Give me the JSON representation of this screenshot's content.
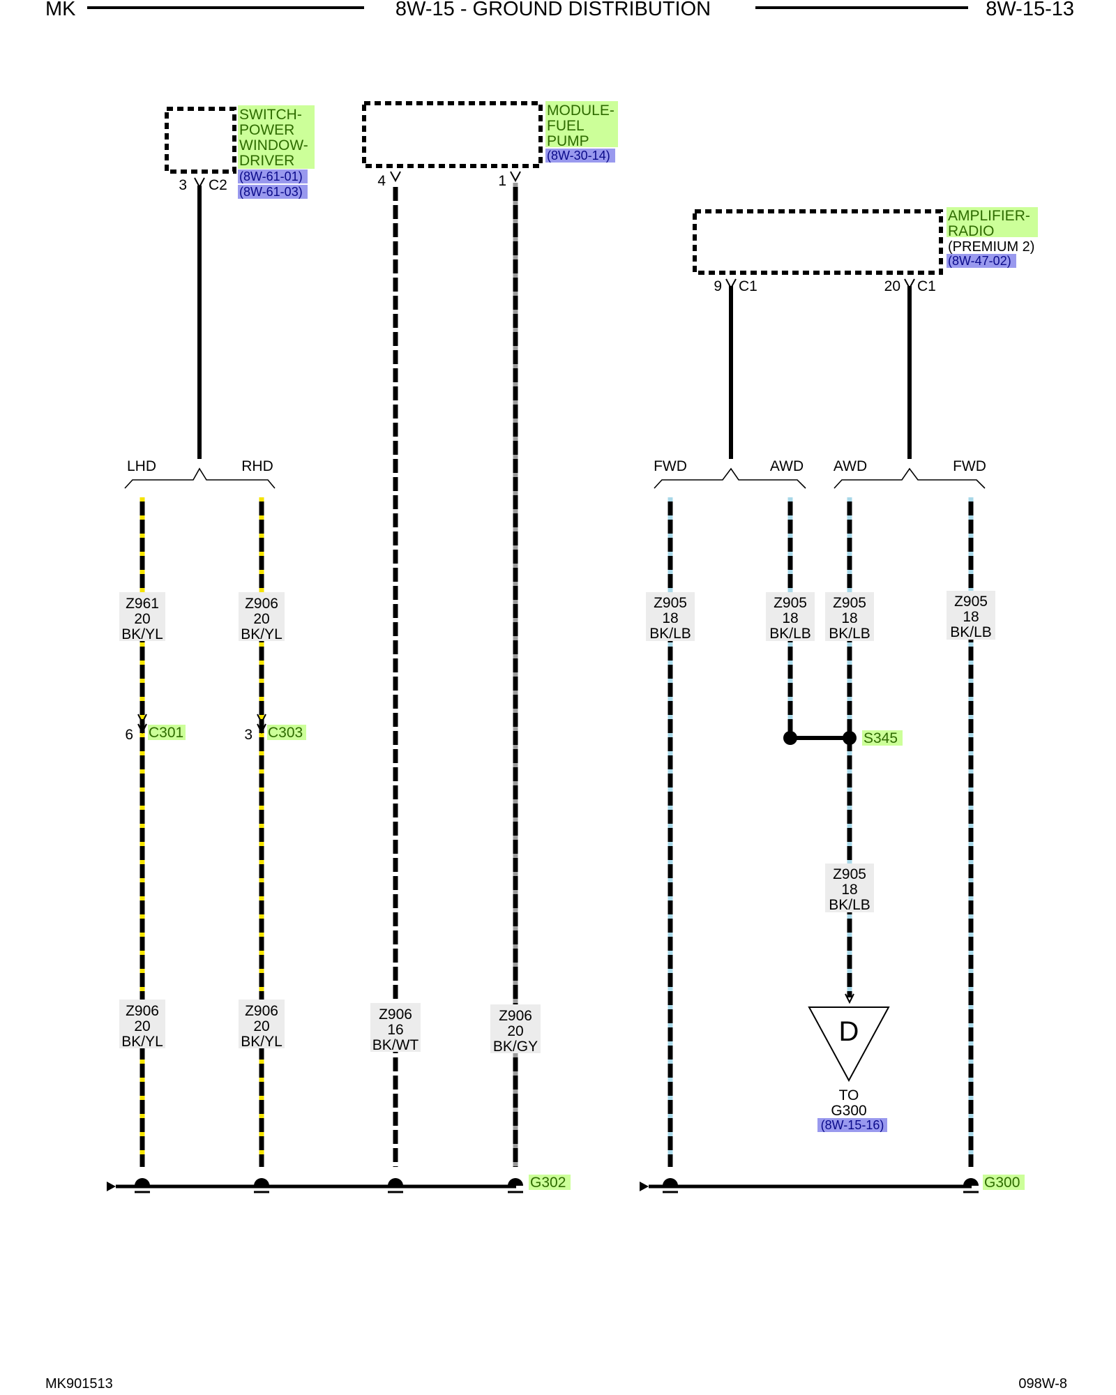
{
  "header": {
    "left": "MK",
    "center": "8W-15 - GROUND DISTRIBUTION",
    "right": "8W-15-13"
  },
  "footer": {
    "left": "MK901513",
    "right": "098W-8"
  },
  "colors": {
    "component_highlight": "#ccff99",
    "component_text": "#2e6b00",
    "reference_highlight": "#9999ee",
    "reference_text": "#0a0a8a",
    "wire_label_bg": "#ececec",
    "stripe_yellow": "#f5e400",
    "stripe_gray": "#9a9a9a",
    "stripe_lightblue": "#a9d8e8"
  },
  "components": {
    "switch": {
      "lines": [
        "SWITCH-",
        "POWER",
        "WINDOW-",
        "DRIVER"
      ],
      "refs": [
        "(8W-61-01)",
        "(8W-61-03)"
      ],
      "pin": "3",
      "connector": "C2"
    },
    "fuel_pump": {
      "lines": [
        "MODULE-",
        "FUEL",
        "PUMP"
      ],
      "refs": [
        "(8W-30-14)"
      ],
      "pin_a": "4",
      "pin_b": "1"
    },
    "amplifier": {
      "lines": [
        "AMPLIFIER-",
        "RADIO"
      ],
      "note": "(PREMIUM 2)",
      "refs": [
        "(8W-47-02)"
      ],
      "pin_a": "9",
      "connector_a": "C1",
      "pin_b": "20",
      "connector_b": "C1"
    }
  },
  "branches": {
    "lhd": "LHD",
    "rhd": "RHD",
    "fwd_1": "FWD",
    "awd_1": "AWD",
    "awd_2": "AWD",
    "fwd_2": "FWD"
  },
  "wires": {
    "z961_upper": [
      "Z961",
      "20",
      "BK/YL"
    ],
    "z906_rhd_upper": [
      "Z906",
      "20",
      "BK/YL"
    ],
    "z906_lhd_lower": [
      "Z906",
      "20",
      "BK/YL"
    ],
    "z906_rhd_lower": [
      "Z906",
      "20",
      "BK/YL"
    ],
    "z906_pin4": [
      "Z906",
      "16",
      "BK/WT"
    ],
    "z906_pin1": [
      "Z906",
      "20",
      "BK/GY"
    ],
    "z905_a": [
      "Z905",
      "18",
      "BK/LB"
    ],
    "z905_b": [
      "Z905",
      "18",
      "BK/LB"
    ],
    "z905_c": [
      "Z905",
      "18",
      "BK/LB"
    ],
    "z905_d": [
      "Z905",
      "18",
      "BK/LB"
    ],
    "z905_e": [
      "Z905",
      "18",
      "BK/LB"
    ]
  },
  "connectors": {
    "c301": {
      "pin": "6",
      "name": "C301"
    },
    "c303": {
      "pin": "3",
      "name": "C303"
    }
  },
  "splice": {
    "name": "S345"
  },
  "offpage": {
    "letter": "D",
    "to": "TO",
    "target": "G300",
    "ref": "(8W-15-16)"
  },
  "grounds": {
    "g302": "G302",
    "g300": "G300"
  }
}
